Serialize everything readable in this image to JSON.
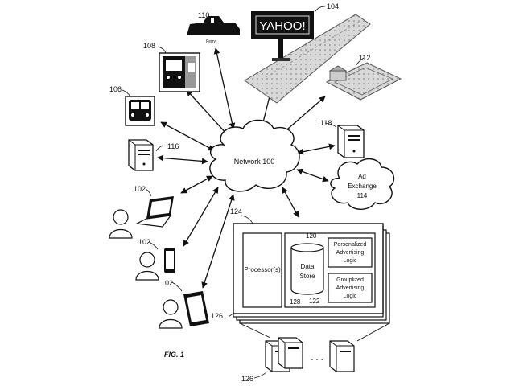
{
  "network": {
    "label": "Network 100"
  },
  "ad_exchange": {
    "line1": "Ad",
    "line2": "Exchange",
    "ref": "114"
  },
  "ferry": {
    "ref": "110",
    "caption": "Ferry"
  },
  "billboard": {
    "ref": "104",
    "brand": "YAHOO!"
  },
  "train": {
    "ref": "108"
  },
  "bus": {
    "ref": "106"
  },
  "stadium": {
    "ref": "112"
  },
  "server_116": {
    "ref": "116"
  },
  "server_118": {
    "ref": "118"
  },
  "laptop_user": {
    "ref": "102"
  },
  "phone_user": {
    "ref": "102"
  },
  "tablet_user": {
    "ref": "102"
  },
  "system": {
    "ref": "124",
    "processor": "Processor(s)",
    "data_store_line1": "Data",
    "data_store_line2": "Store",
    "data_store_ref": "120",
    "store_ref": "128",
    "personalized_line1": "Personalized",
    "personalized_line2": "Advertising",
    "personalized_line3": "Logic",
    "grouplized_line1": "Grouplized",
    "grouplized_line2": "Advertising",
    "grouplized_line3": "Logic",
    "grouplized_ref": "122",
    "stack_ref": "126"
  },
  "server_farm": {
    "ref": "126",
    "ellipsis": ". . ."
  },
  "figure": {
    "caption": "FIG. 1"
  }
}
